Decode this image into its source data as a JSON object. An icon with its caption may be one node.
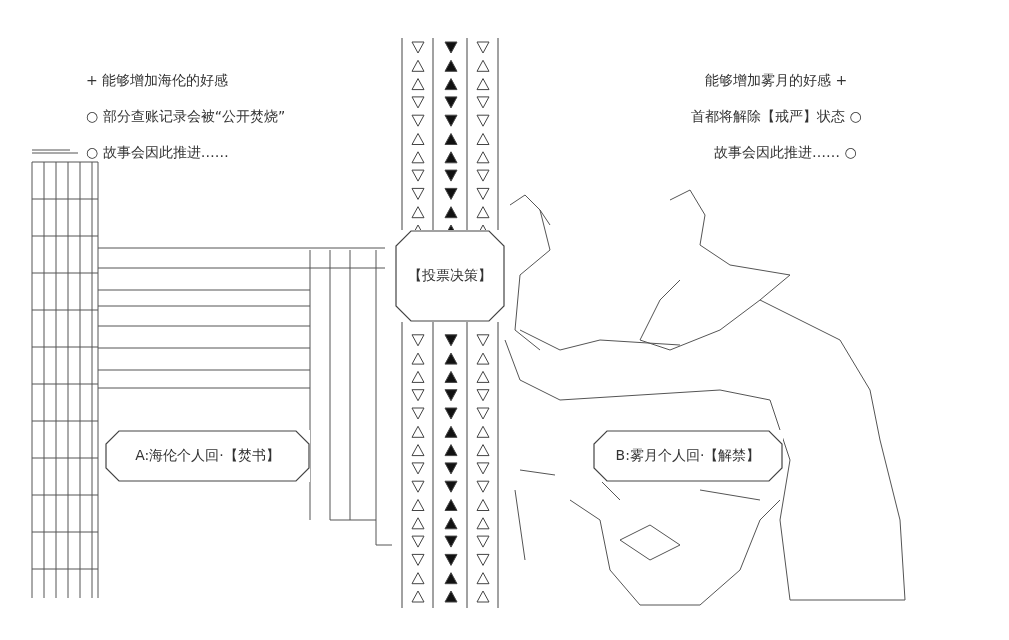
{
  "diagram": {
    "nodes": [
      {
        "text": [
          "【投票决策】"
        ]
      },
      {
        "text": [
          "A:海伦个人回·【焚书】"
        ]
      },
      {
        "text": [
          "B:雾月个人回·【解禁】"
        ]
      }
    ],
    "labels": [
      "+ 能够增加海伦的好感",
      "能够增加雾月的好感 +",
      "○ 部分查账记录会被“公开焚烧”",
      "首都将解除【戒严】状态 ○",
      "○ 故事会因此推进……",
      "故事会因此推进…… ○"
    ]
  }
}
